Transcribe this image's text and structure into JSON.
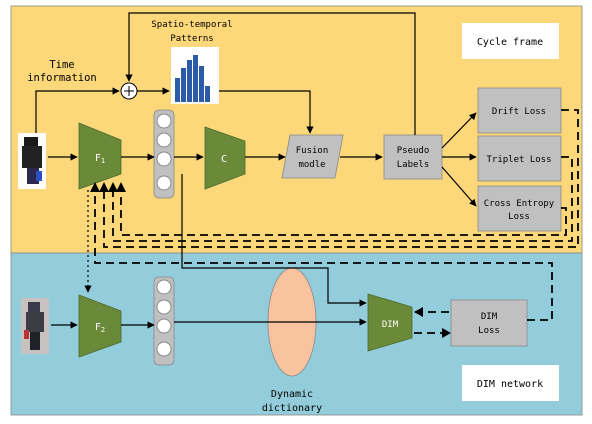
{
  "panels": {
    "top_label": "Cycle frame",
    "bottom_label": "DIM network"
  },
  "inputs": {
    "time_label_1": "Time",
    "time_label_2": "information",
    "st_label_1": "Spatio-temporal",
    "st_label_2": "Patterns"
  },
  "blocks": {
    "f1_base": "F",
    "f1_sub": "1",
    "c": "C",
    "f2_base": "F",
    "f2_sub": "2",
    "fusion_1": "Fusion",
    "fusion_2": "modle",
    "pseudo_1": "Pseudo",
    "pseudo_2": "Labels",
    "dim": "DIM",
    "dim_loss_1": "DIM",
    "dim_loss_2": "Loss",
    "dict_1": "Dynamic",
    "dict_2": "dictionary"
  },
  "losses": {
    "drift": "Drift Loss",
    "triplet": "Triplet Loss",
    "ce_1": "Cross Entropy",
    "ce_2": "Loss"
  },
  "colors": {
    "top_bg": "#fcd87a",
    "bottom_bg": "#93cddb",
    "encoder": "#6a8a3a",
    "box": "#c0c0c0",
    "ellipse": "#f9c3a0",
    "histogram": "#2a5aa8"
  }
}
